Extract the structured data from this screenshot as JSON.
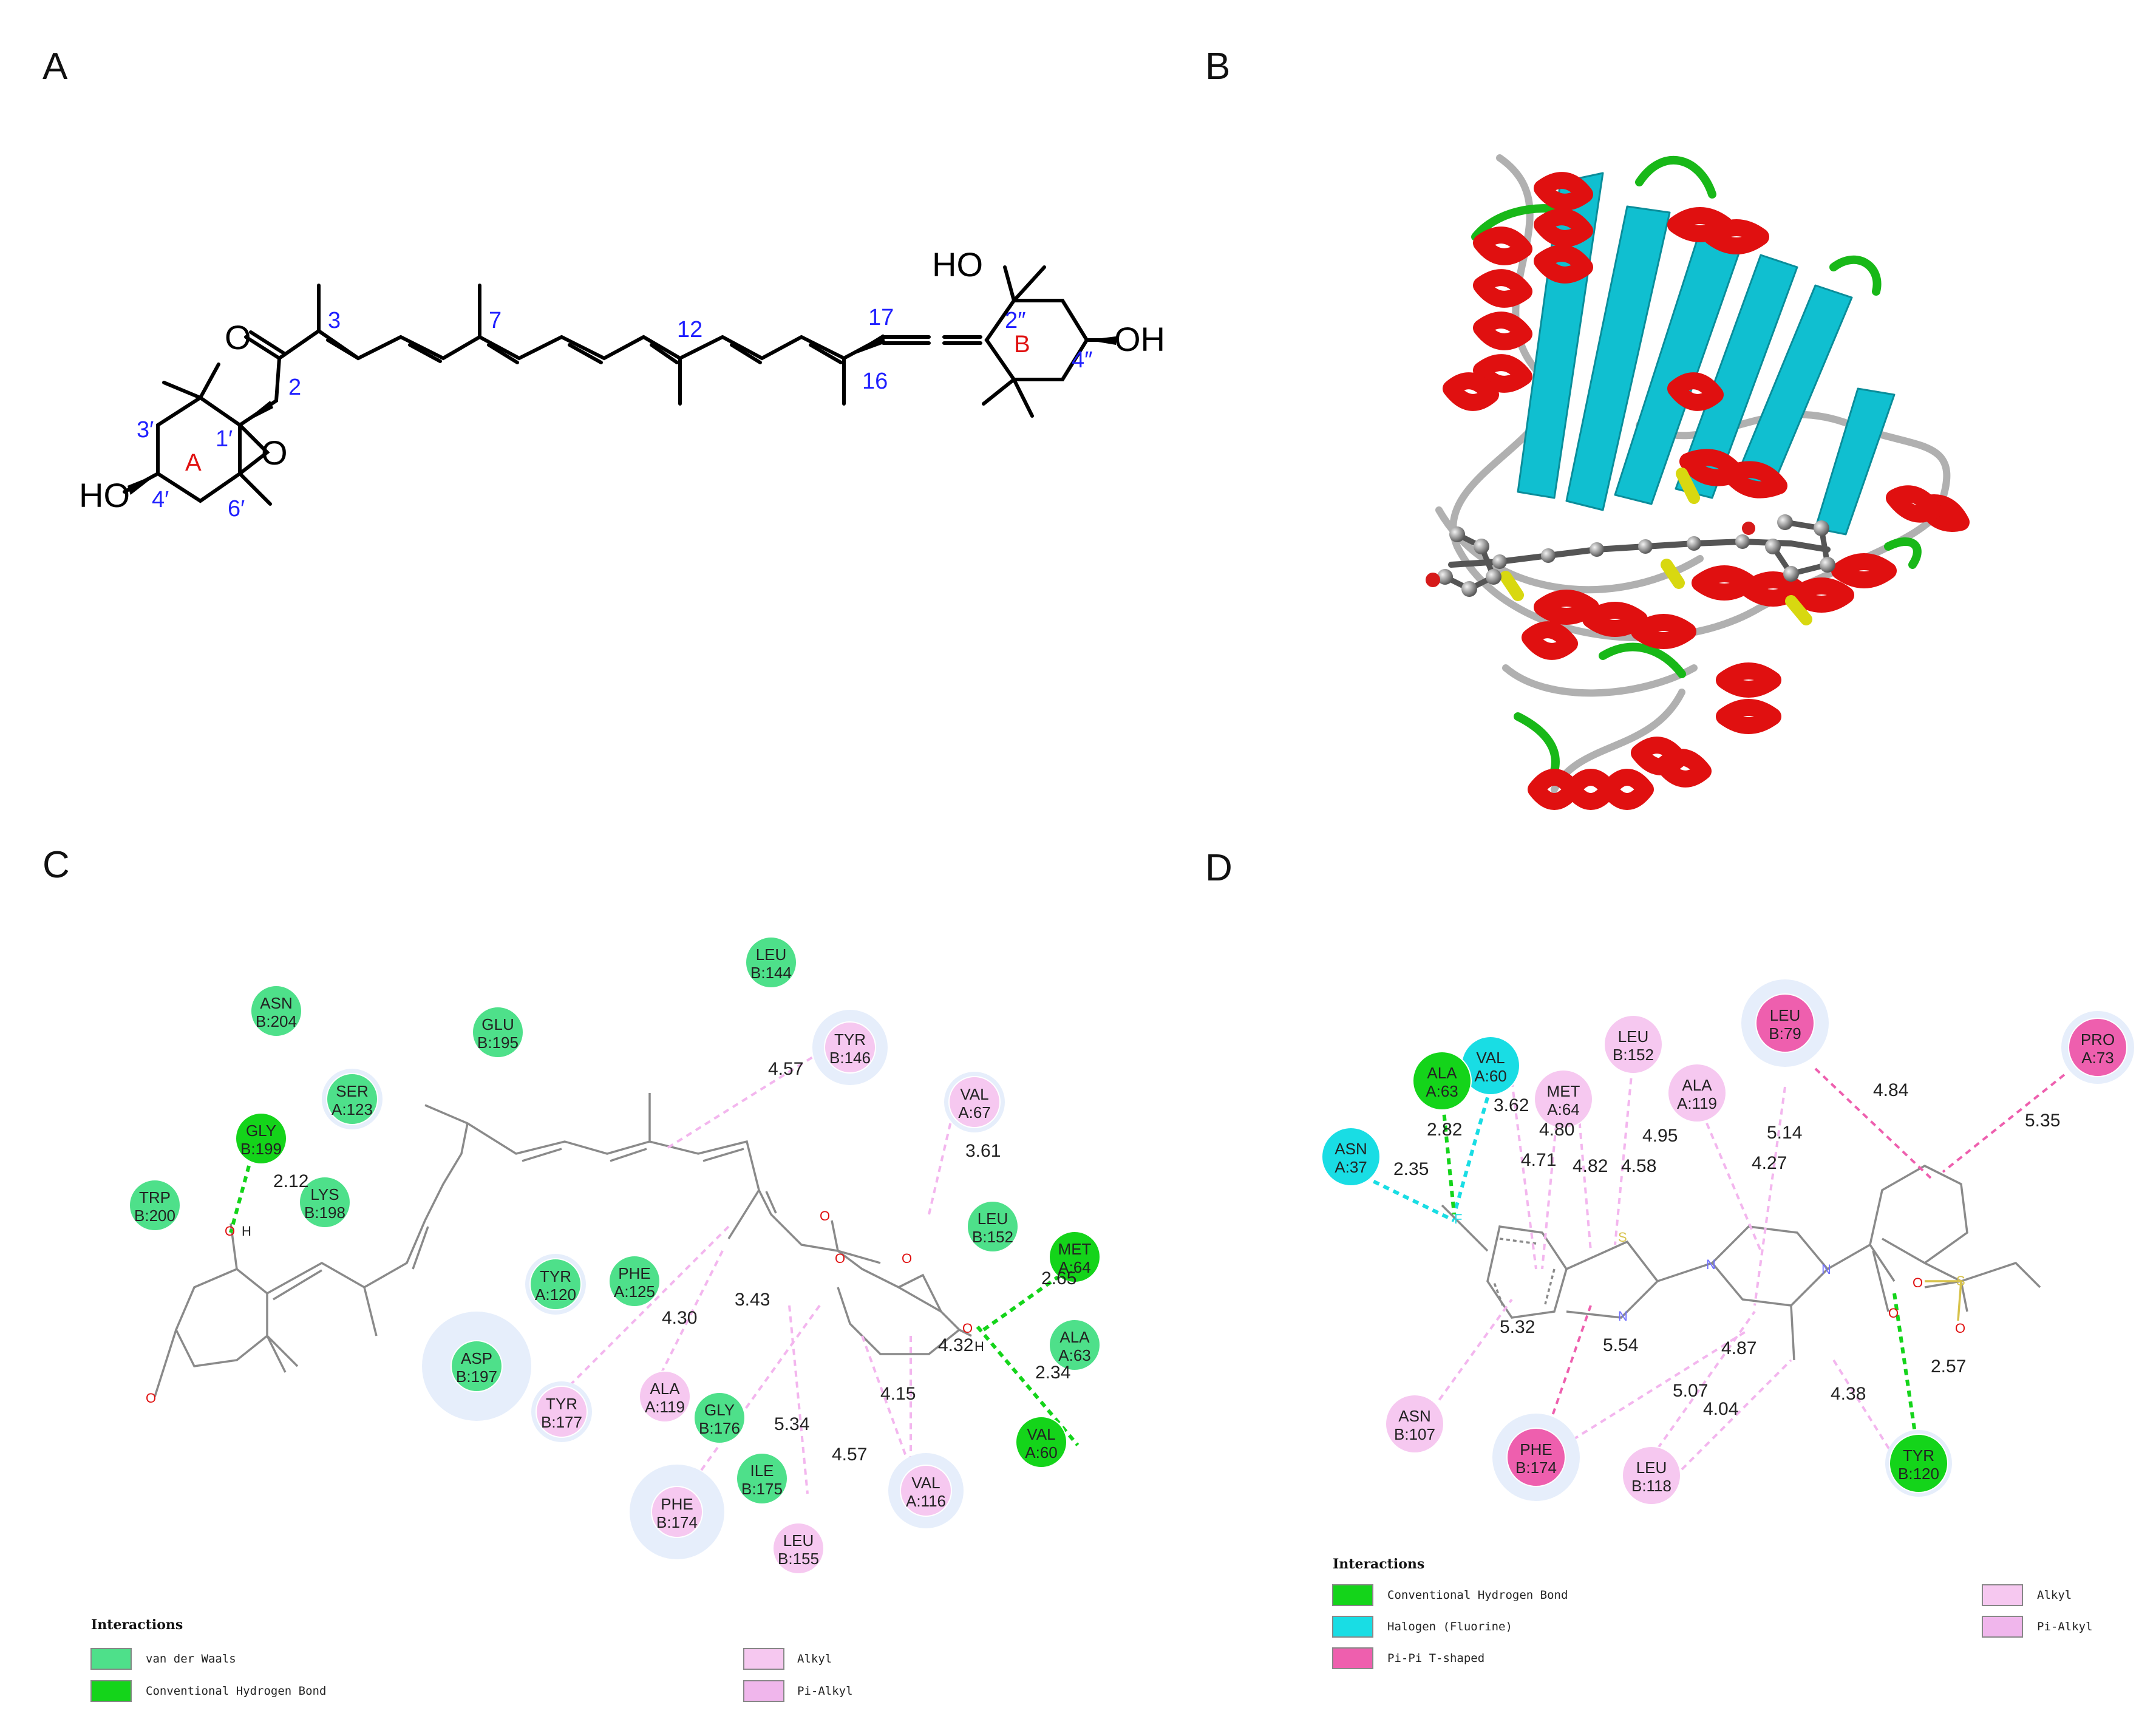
{
  "panel_labels": [
    "A",
    "B",
    "C",
    "D"
  ],
  "colors": {
    "vdw": "#4ee08a",
    "hbond": "#14d41a",
    "halogen": "#19dde4",
    "alkyl": "#f6c8f0",
    "pi_alkyl": "#f0b6ec",
    "pi_pi": "#ee5fae",
    "helix": "#e01010",
    "strand": "#10bfd0",
    "turn": "#18b818",
    "coil": "#b0b0b0",
    "number_blue": "#1f1fff",
    "ring_red": "#e01010"
  },
  "panel_a": {
    "atom_labels": [
      "O",
      "O",
      "HO",
      "HO",
      "OH"
    ],
    "ring_labels": [
      "A",
      "B"
    ],
    "position_numbers": [
      "3",
      "7",
      "12",
      "17",
      "2″",
      "4″",
      "2",
      "16",
      "3′",
      "1′",
      "4′",
      "6′"
    ]
  },
  "panel_c": {
    "residues": [
      {
        "name": "ASN",
        "chain": "B:204",
        "type": "vdw"
      },
      {
        "name": "GLU",
        "chain": "B:195",
        "type": "vdw"
      },
      {
        "name": "LEU",
        "chain": "B:144",
        "type": "vdw"
      },
      {
        "name": "SER",
        "chain": "A:123",
        "type": "vdw"
      },
      {
        "name": "GLY",
        "chain": "B:199",
        "type": "hbond"
      },
      {
        "name": "TRP",
        "chain": "B:200",
        "type": "vdw"
      },
      {
        "name": "LYS",
        "chain": "B:198",
        "type": "vdw"
      },
      {
        "name": "TYR",
        "chain": "B:146",
        "type": "alkyl"
      },
      {
        "name": "VAL",
        "chain": "A:67",
        "type": "alkyl"
      },
      {
        "name": "LEU",
        "chain": "B:152",
        "type": "vdw"
      },
      {
        "name": "MET",
        "chain": "A:64",
        "type": "hbond"
      },
      {
        "name": "TYR",
        "chain": "A:120",
        "type": "vdw"
      },
      {
        "name": "PHE",
        "chain": "A:125",
        "type": "vdw"
      },
      {
        "name": "ASP",
        "chain": "B:197",
        "type": "vdw"
      },
      {
        "name": "ALA",
        "chain": "A:63",
        "type": "vdw"
      },
      {
        "name": "TYR",
        "chain": "B:177",
        "type": "alkyl"
      },
      {
        "name": "ALA",
        "chain": "A:119",
        "type": "alkyl"
      },
      {
        "name": "GLY",
        "chain": "B:176",
        "type": "vdw"
      },
      {
        "name": "VAL",
        "chain": "A:60",
        "type": "hbond"
      },
      {
        "name": "ILE",
        "chain": "B:175",
        "type": "vdw"
      },
      {
        "name": "VAL",
        "chain": "A:116",
        "type": "alkyl"
      },
      {
        "name": "PHE",
        "chain": "B:174",
        "type": "alkyl"
      },
      {
        "name": "LEU",
        "chain": "B:155",
        "type": "alkyl"
      }
    ],
    "distances": [
      "2.12",
      "4.57",
      "3.61",
      "2.65",
      "3.43",
      "4.30",
      "4.32",
      "2.34",
      "4.15",
      "5.34",
      "4.57"
    ],
    "atom_labels": [
      "O",
      "H",
      "O",
      "O",
      "O",
      "O",
      "O",
      "H"
    ],
    "legend": {
      "title": "Interactions",
      "items": [
        {
          "label": "van der Waals",
          "color_key": "vdw"
        },
        {
          "label": "Conventional Hydrogen Bond",
          "color_key": "hbond"
        },
        {
          "label": "Alkyl",
          "color_key": "alkyl"
        },
        {
          "label": "Pi-Alkyl",
          "color_key": "pi_alkyl"
        }
      ]
    }
  },
  "panel_d": {
    "residues": [
      {
        "name": "VAL",
        "chain": "A:60",
        "type": "halogen"
      },
      {
        "name": "LEU",
        "chain": "B:152",
        "type": "alkyl"
      },
      {
        "name": "LEU",
        "chain": "B:79",
        "type": "pi_pi"
      },
      {
        "name": "PRO",
        "chain": "A:73",
        "type": "pi_pi"
      },
      {
        "name": "ALA",
        "chain": "A:63",
        "type": "hbond"
      },
      {
        "name": "MET",
        "chain": "A:64",
        "type": "alkyl"
      },
      {
        "name": "ALA",
        "chain": "A:119",
        "type": "alkyl"
      },
      {
        "name": "ASN",
        "chain": "A:37",
        "type": "halogen"
      },
      {
        "name": "ASN",
        "chain": "B:107",
        "type": "alkyl"
      },
      {
        "name": "PHE",
        "chain": "B:174",
        "type": "pi_pi"
      },
      {
        "name": "LEU",
        "chain": "B:118",
        "type": "alkyl"
      },
      {
        "name": "TYR",
        "chain": "B:120",
        "type": "hbond"
      }
    ],
    "distances": [
      "3.62",
      "2.82",
      "4.80",
      "4.71",
      "4.82",
      "4.58",
      "4.95",
      "2.35",
      "4.84",
      "5.35",
      "5.14",
      "4.27",
      "5.32",
      "5.54",
      "4.87",
      "5.07",
      "4.04",
      "4.38",
      "2.57"
    ],
    "atom_labels": [
      "F",
      "S",
      "N",
      "N",
      "N",
      "O",
      "O",
      "S",
      "O"
    ],
    "legend": {
      "title": "Interactions",
      "items": [
        {
          "label": "Conventional Hydrogen Bond",
          "color_key": "hbond"
        },
        {
          "label": "Halogen (Fluorine)",
          "color_key": "halogen"
        },
        {
          "label": "Pi-Pi T-shaped",
          "color_key": "pi_pi"
        },
        {
          "label": "Alkyl",
          "color_key": "alkyl"
        },
        {
          "label": "Pi-Alkyl",
          "color_key": "pi_alkyl"
        }
      ]
    }
  }
}
